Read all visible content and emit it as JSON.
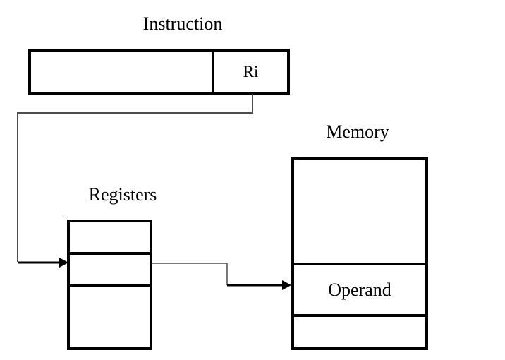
{
  "diagram": {
    "instruction": {
      "label": "Instruction",
      "register_field_label": "Ri"
    },
    "registers": {
      "label": "Registers",
      "row_count": 3,
      "pointed_row_index": 1
    },
    "memory": {
      "label": "Memory",
      "row_count": 3,
      "operand_label": "Operand",
      "operand_row_index": 1
    }
  },
  "colors": {
    "box_border": "#000000",
    "text": "#000000",
    "connector_line": "#4d4d4d",
    "arrow": "#000000",
    "background": "#ffffff"
  }
}
